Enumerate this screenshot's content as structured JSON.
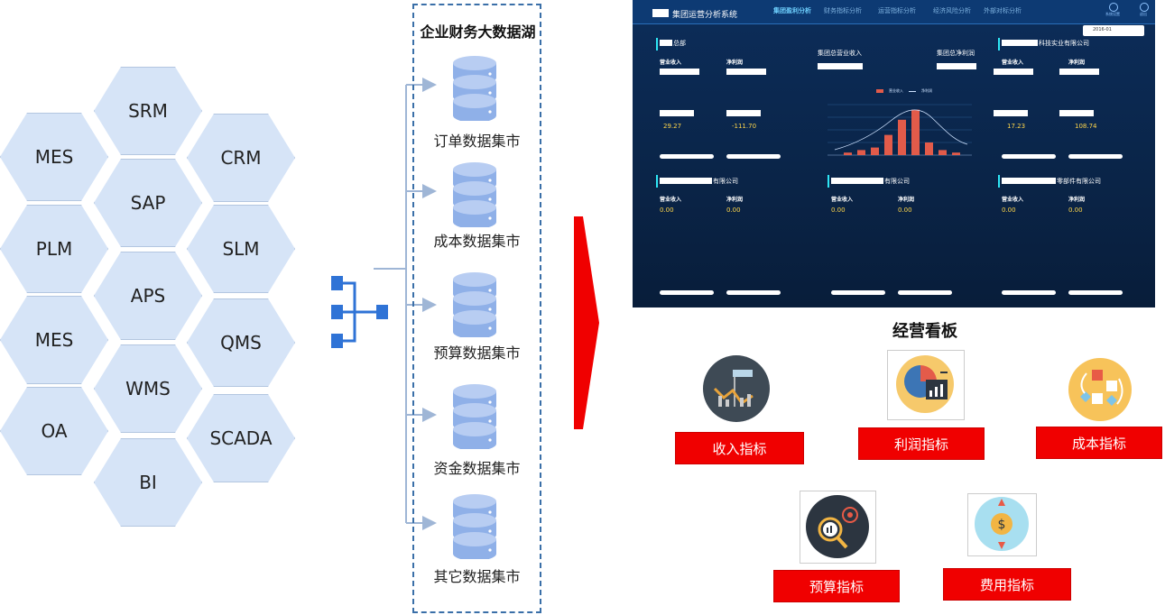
{
  "systems": [
    "SRM",
    "MES",
    "CRM",
    "SAP",
    "PLM",
    "SLM",
    "APS",
    "MES",
    "QMS",
    "WMS",
    "OA",
    "SCADA",
    "BI"
  ],
  "lake": {
    "title": "企业财务大数据湖",
    "marts": [
      "订单数据集市",
      "成本数据集市",
      "预算数据集市",
      "资金数据集市",
      "其它数据集市"
    ]
  },
  "dashboard": {
    "title": "集团运营分析系统",
    "tabs": [
      "集团盈利分析",
      "财务指标分析",
      "运营指标分析",
      "经济风险分析",
      "外部对标分析"
    ],
    "date": "2016-01",
    "top_right": [
      "系统设置",
      "退出"
    ],
    "panels": [
      {
        "name": "总部",
        "kpi1": "营业收入",
        "kpi2": "净利润",
        "pct1": "29.27",
        "pct2": "-111.70"
      },
      {
        "name": "科技实业有限公司",
        "kpi1": "营业收入",
        "kpi2": "净利润",
        "pct1": "17.23",
        "pct2": "108.74"
      },
      {
        "name": "有限公司",
        "kpi1": "营业收入",
        "kpi2": "净利润",
        "pct1": "0.00",
        "pct2": "0.00"
      },
      {
        "name": "有限公司",
        "kpi1": "营业收入",
        "kpi2": "净利润",
        "pct1": "0.00",
        "pct2": "0.00"
      },
      {
        "name": "零部件有限公司",
        "kpi1": "营业收入",
        "kpi2": "净利润",
        "pct1": "0.00",
        "pct2": "0.00"
      }
    ],
    "center": {
      "revenue_label": "集团总营业收入",
      "profit_label": "集团总净利润",
      "legend": [
        "营业收入",
        "净利润"
      ]
    },
    "chart_bars": [
      2,
      4,
      6,
      16,
      28,
      36,
      10,
      4,
      2
    ]
  },
  "board": {
    "title": "经营看板",
    "items": [
      "收入指标",
      "利润指标",
      "成本指标",
      "预算指标",
      "费用指标"
    ]
  },
  "colors": {
    "hex_fill": "#d6e4f7",
    "db_fill": "#8fb0e8",
    "arrow": "#f00000",
    "accent_btn": "#f00000",
    "dash_bg": "#0b2a55"
  }
}
